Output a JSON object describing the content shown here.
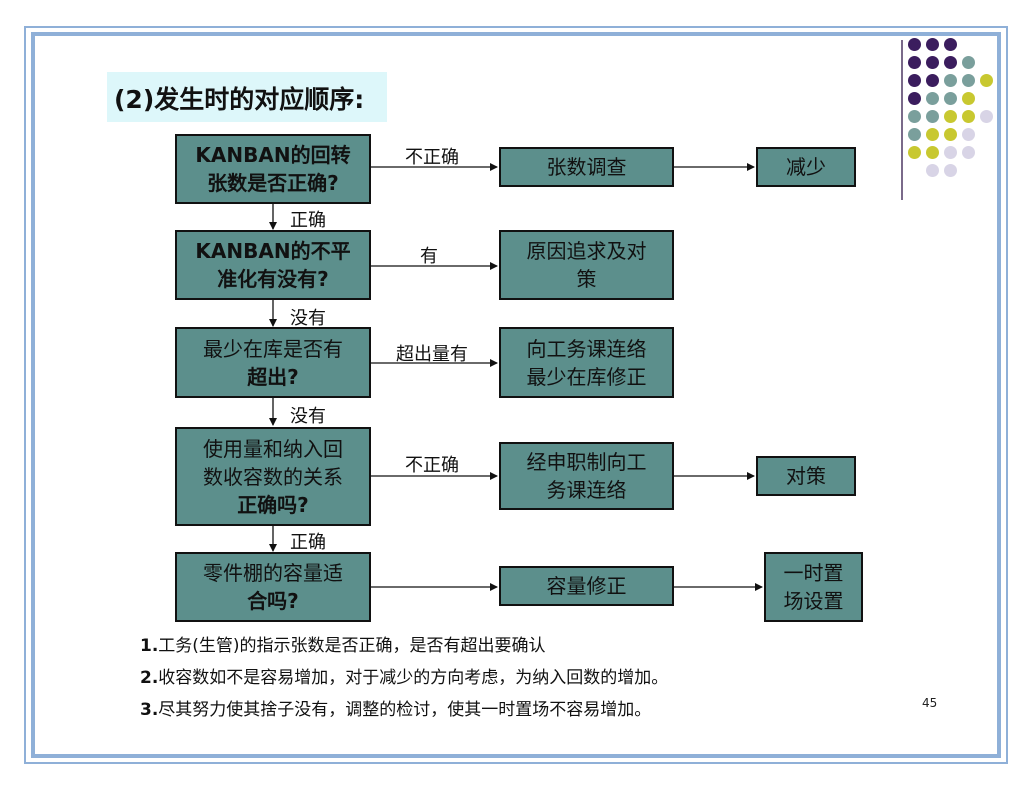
{
  "title": "(2)发生时的对应顺序:",
  "boxes": {
    "q1": [
      "KANBAN的回转",
      "张数是否正确?"
    ],
    "q2": [
      "KANBAN的不平",
      "准化有没有?"
    ],
    "q3": [
      "最少在库是否有",
      "超出?"
    ],
    "q4": [
      "使用量和纳入回",
      "数收容数的关系",
      "正确吗?"
    ],
    "q5": [
      "零件棚的容量适",
      "合吗?"
    ],
    "a1": [
      "张数调查"
    ],
    "a2": [
      "原因追求及对",
      "策"
    ],
    "a3": [
      "向工务课连络",
      "最少在库修正"
    ],
    "a4": [
      "经申职制向工",
      "务课连络"
    ],
    "a5": [
      "容量修正"
    ],
    "b1": [
      "减少"
    ],
    "b4": [
      "对策"
    ],
    "b5": [
      "一时置",
      "场设置"
    ]
  },
  "edges": {
    "e1_right": "不正确",
    "e1_down": "正确",
    "e2_right": "有",
    "e2_down": "没有",
    "e3_right": "超出量有",
    "e3_down": "没有",
    "e4_right": "不正确",
    "e4_down": "正确"
  },
  "notes": [
    {
      "num": "1.",
      "text": "工务(生管)的指示张数是否正确，是否有超出要确认"
    },
    {
      "num": "2.",
      "text": "收容数如不是容易增加，对于减少的方向考虑，为纳入回数的增加。"
    },
    {
      "num": "3.",
      "text": "尽其努力使其捨子没有，调整的检讨，使其一时置场不容易增加。"
    }
  ],
  "page_number": "45",
  "colors": {
    "box_fill": "#5c8f8c",
    "title_bg": "#ddf7fa",
    "frame": "#8fb0d8",
    "dot_purple": "#3b1d5e",
    "dot_teal": "#7a9f9c",
    "dot_yellow": "#c8c830",
    "dot_lavender": "#d8d4e6"
  }
}
